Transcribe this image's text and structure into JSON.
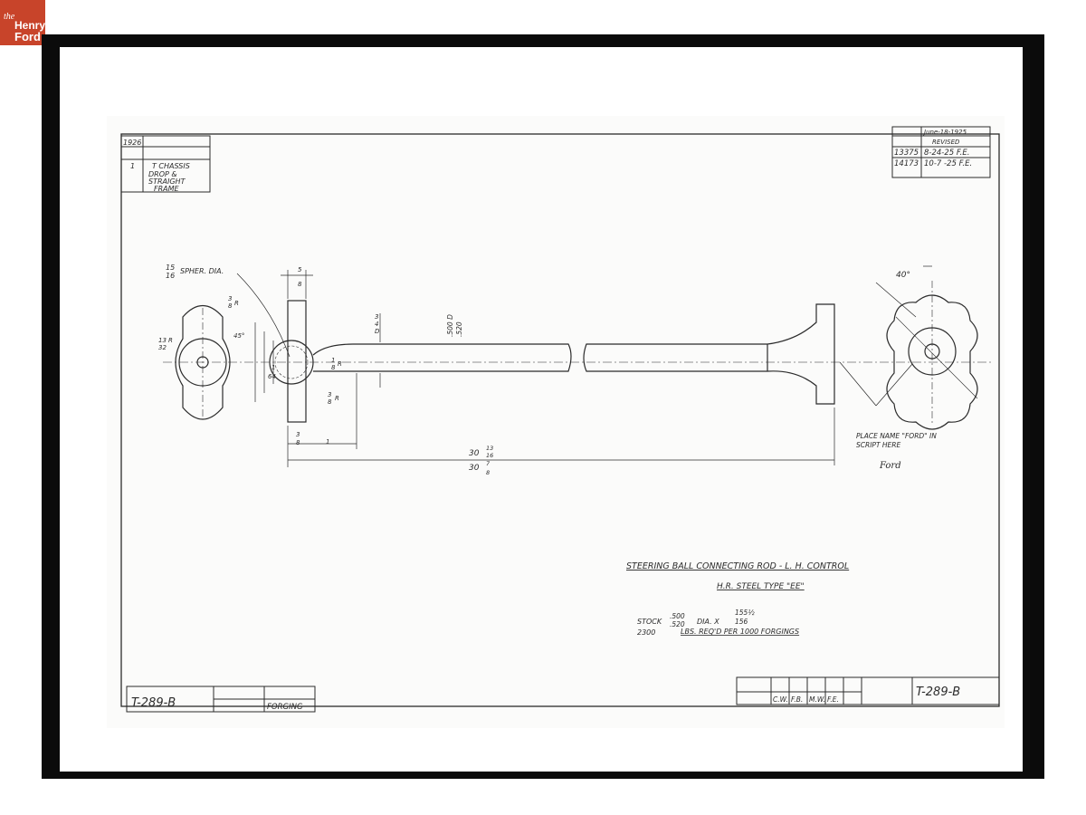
{
  "logo": {
    "line1": "the",
    "line2": "Henry",
    "line3": "Ford"
  },
  "title_block": {
    "year": "1926",
    "qty": "1",
    "used_on_line1": "T CHASSIS",
    "used_on_line2": "DROP &",
    "used_on_line3": "STRAIGHT",
    "used_on_line4": "FRAME"
  },
  "revision_block": {
    "date": "June-18-1925",
    "status": "REVISED",
    "rev1_no": "13375",
    "rev1_date": "8-24-25 F.E.",
    "rev2_no": "14173",
    "rev2_date": "10-7 -25 F.E."
  },
  "dimensions": {
    "sphere_num": "15",
    "sphere_den": "16",
    "sphere_label": "SPHER. DIA.",
    "left_radius_num": "3",
    "left_radius_den": "8",
    "left_radius_suffix": "R",
    "r_13_num": "13",
    "r_13_den": "32",
    "r_13_suffix": "R",
    "angle_45": "45°",
    "flange_num": "5",
    "flange_den": "8",
    "shank_num": "3",
    "shank_den": "4",
    "shank_suffix": "D",
    "rod_dia_1": ".500 D",
    "rod_dia_2": ".520",
    "small_r_num": "1",
    "small_r_den": "8",
    "small_r_suffix": "R",
    "mid_r_num": "3",
    "mid_r_den": "8",
    "mid_r_suffix": "R",
    "tiny_num": "1",
    "tiny_den": "64",
    "bottom_num": "3",
    "bottom_den": "8",
    "bottom_one": "1",
    "length1_whole": "30",
    "length1_num": "13",
    "length1_den": "16",
    "length2_whole": "30",
    "length2_num": "7",
    "length2_den": "8",
    "angle_40": "40°"
  },
  "script_note": {
    "line1": "PLACE NAME \"FORD\" IN",
    "line2": "SCRIPT HERE",
    "signature": "Ford"
  },
  "notes": {
    "title": "STEERING BALL CONNECTING ROD - L. H. CONTROL",
    "material": "H.R. STEEL TYPE \"EE\"",
    "stock_label": "STOCK",
    "stock_dia_1": ".500",
    "stock_dia_2": ".520",
    "stock_dia_suffix": "DIA. X",
    "stock_len_1": "155½",
    "stock_len_2": "156",
    "weight_value": "2300",
    "weight_text": "LBS. REQ'D PER 1000 FORGINGS"
  },
  "bottom_left": {
    "part_no": "T-289-B",
    "process": "FORGING"
  },
  "bottom_right": {
    "sign1": "C.W.",
    "sign2": "F.B.",
    "sign3": "M.W.",
    "sign4": "F.E.",
    "part_no": "T-289-B"
  },
  "colors": {
    "ink": "#2b2b2b",
    "paper": "#fbfbfa",
    "frame": "#0b0b0b",
    "logo": "#c8442a"
  }
}
